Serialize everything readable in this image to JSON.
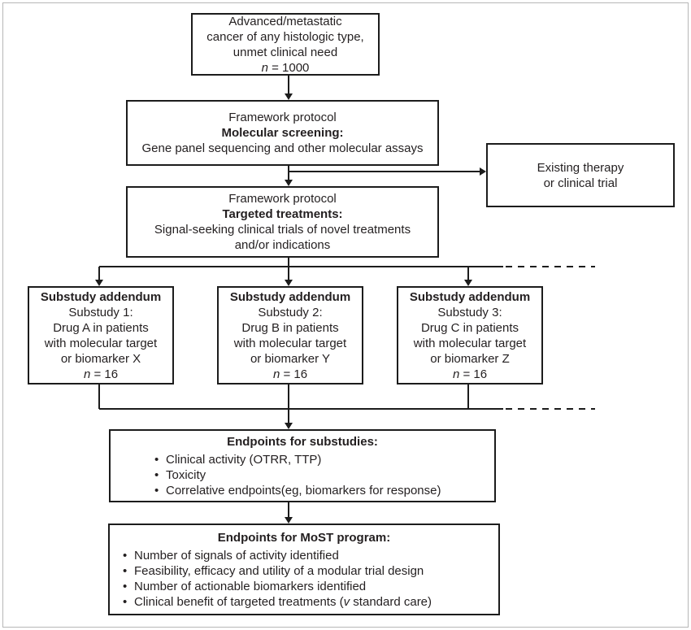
{
  "ui": {
    "bullet_char": "•"
  },
  "colors": {
    "line": "#1c1c1c",
    "text": "#231f20",
    "frame_border": "#b7b7b7",
    "background": "#ffffff"
  },
  "boxes": {
    "patient": {
      "line1": "Advanced/metastatic",
      "line2": "cancer of any histologic type,",
      "line3": "unmet clinical need",
      "n_symbol": "n",
      "n_rest": " = 1000"
    },
    "screening": {
      "line1": "Framework protocol",
      "line2": "Molecular screening:",
      "line3": "Gene panel sequencing and other molecular assays"
    },
    "existing": {
      "line1": "Existing therapy",
      "line2": "or clinical trial"
    },
    "targeted": {
      "line1": "Framework protocol",
      "line2": "Targeted treatments:",
      "line3": "Signal-seeking clinical trials of novel treatments",
      "line4": "and/or indications"
    },
    "substudies": [
      {
        "title": "Substudy addendum",
        "line1": "Substudy 1:",
        "line2": "Drug A in patients",
        "line3": "with molecular target",
        "line4": "or biomarker X",
        "n_symbol": "n",
        "n_rest": " = 16"
      },
      {
        "title": "Substudy addendum",
        "line1": "Substudy 2:",
        "line2": "Drug B in patients",
        "line3": "with molecular target",
        "line4": "or biomarker Y",
        "n_symbol": "n",
        "n_rest": " = 16"
      },
      {
        "title": "Substudy addendum",
        "line1": "Substudy 3:",
        "line2": "Drug C in patients",
        "line3": "with molecular target",
        "line4": "or biomarker Z",
        "n_symbol": "n",
        "n_rest": " = 16"
      }
    ],
    "endpoints_substudies": {
      "title": "Endpoints for substudies:",
      "bullets": [
        "Clinical activity (OTRR, TTP)",
        "Toxicity",
        "Correlative endpoints(eg, biomarkers for response)"
      ]
    },
    "endpoints_most": {
      "title": "Endpoints for MoST program:",
      "bullets": [
        "Number of signals of activity identified",
        "Feasibility, efficacy and utility of a modular trial design",
        "Number of actionable biomarkers identified"
      ],
      "last_bullet_pre": "Clinical benefit of targeted treatments (",
      "last_bullet_italic": "v",
      "last_bullet_post": " standard care)"
    }
  }
}
